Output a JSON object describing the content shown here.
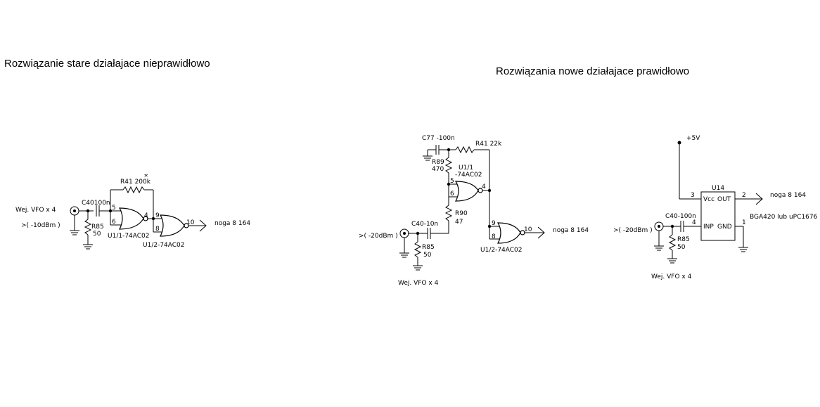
{
  "titles": {
    "old": "Rozwiązanie stare działajace nieprawidłowo",
    "new": "Rozwiązania nowe działajace prawidłowo"
  },
  "circuit_old": {
    "input_label": "Wej.  VFO  x 4",
    "input_level": ">( -10dBm )",
    "cap": "C40100n",
    "res_in_name": "R85",
    "res_in_value": "50",
    "feedback_res": "R41  200k",
    "asterisk": "*",
    "pin5": "5",
    "pin6": "6",
    "pin4": "4",
    "pin9": "9",
    "pin8": "8",
    "pin10": "10",
    "gate1": "U1/1-74AC02",
    "gate2": "U1/2-74AC02",
    "output": "noga 8 164"
  },
  "circuit_new1": {
    "cap_top": "C77 -100n",
    "feedback_res": "R41  22k",
    "r89_name": "R89",
    "r89_value": "470",
    "gate1_line1": "U1/1",
    "gate1_line2": "-74AC02",
    "pin5": "5",
    "pin6": "6",
    "pin4": "4",
    "pin9": "9",
    "pin8": "8",
    "pin10": "10",
    "r90_name": "R90",
    "r90_value": "47",
    "cap_in": "C40-10n",
    "input_level": ">( -20dBm )",
    "res_in_name": "R85",
    "res_in_value": "50",
    "input_label": "Wej.  VFO  x 4",
    "gate2": "U1/2-74AC02",
    "output": "noga 8 164"
  },
  "circuit_new2": {
    "supply": "+5V",
    "ic_name": "U14",
    "ic_pin_vcc": "Vcc",
    "ic_pin_out": "OUT",
    "ic_pin_inp": "INP",
    "ic_pin_gnd": "GND",
    "pin3": "3",
    "pin2": "2",
    "pin4": "4",
    "pin1": "1",
    "output": "noga 8 164",
    "ic_type": "BGA420 lub uPC1676",
    "cap_in": "C40-100n",
    "input_level": ">( -20dBm )",
    "res_in_name": "R85",
    "res_in_value": "50",
    "input_label": "Wej.  VFO  x 4"
  }
}
